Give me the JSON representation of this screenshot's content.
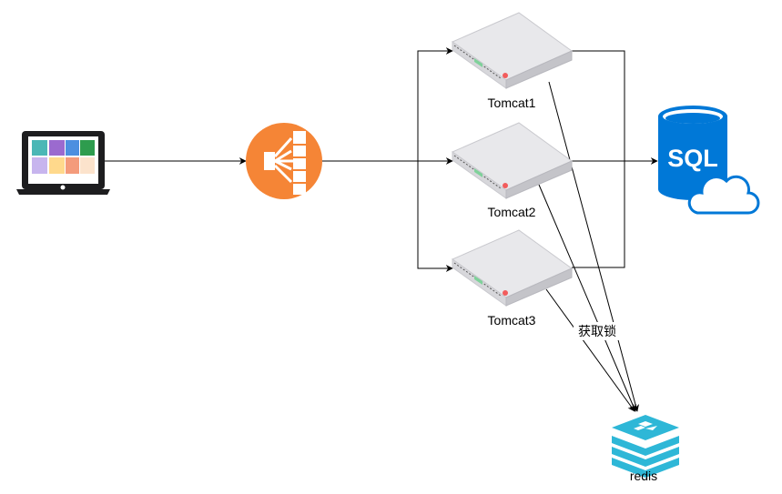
{
  "diagram": {
    "nodes": {
      "client": {
        "label": "",
        "icon": "laptop-icon"
      },
      "load_balancer": {
        "label": "",
        "icon": "load-balancer-icon",
        "color": "#F58536"
      },
      "tomcat1": {
        "label": "Tomcat1",
        "icon": "server-icon"
      },
      "tomcat2": {
        "label": "Tomcat2",
        "icon": "server-icon"
      },
      "tomcat3": {
        "label": "Tomcat3",
        "icon": "server-icon"
      },
      "database": {
        "label": "",
        "text": "SQL",
        "icon": "sql-database-cloud-icon",
        "color": "#0078D7"
      },
      "redis": {
        "label": "redis",
        "icon": "redis-icon",
        "color": "#2EB7D7"
      }
    },
    "edges": [
      {
        "from": "client",
        "to": "load_balancer",
        "label": ""
      },
      {
        "from": "load_balancer",
        "to": "tomcat1",
        "label": ""
      },
      {
        "from": "load_balancer",
        "to": "tomcat2",
        "label": ""
      },
      {
        "from": "load_balancer",
        "to": "tomcat3",
        "label": ""
      },
      {
        "from": "tomcat1",
        "to": "database",
        "label": ""
      },
      {
        "from": "tomcat2",
        "to": "database",
        "label": ""
      },
      {
        "from": "tomcat3",
        "to": "database",
        "label": ""
      },
      {
        "from": "tomcat1",
        "to": "redis",
        "label": ""
      },
      {
        "from": "tomcat2",
        "to": "redis",
        "label": ""
      },
      {
        "from": "tomcat3",
        "to": "redis",
        "label": "获取锁"
      }
    ]
  }
}
